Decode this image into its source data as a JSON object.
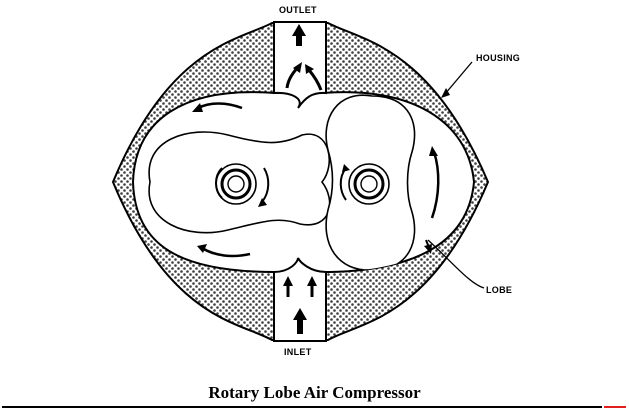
{
  "labels": {
    "outlet": "OUTLET",
    "inlet": "INLET",
    "housing": "HOUSING",
    "lobe": "LOBE"
  },
  "caption": "Rotary Lobe Air Compressor",
  "colors": {
    "line": "#000000",
    "hatch": "#4a4a4a",
    "background": "#ffffff",
    "accent_mark": "#e02020"
  }
}
